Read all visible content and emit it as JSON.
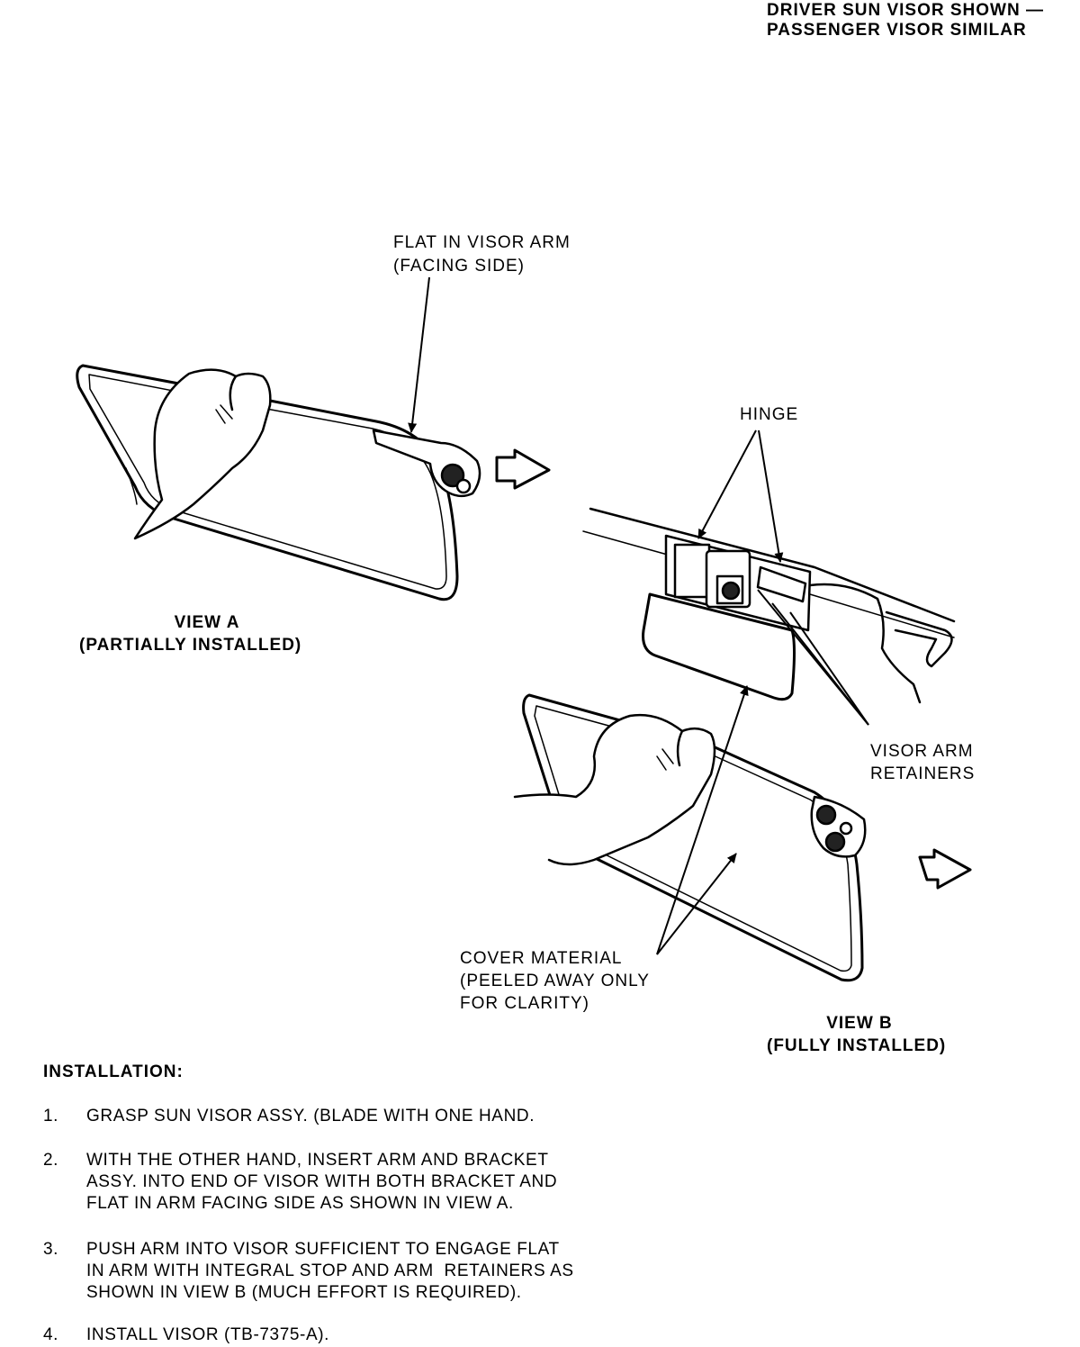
{
  "header": {
    "line1": "DRIVER SUN VISOR SHOWN —",
    "line2": "PASSENGER VISOR SIMILAR"
  },
  "labels": {
    "flat_line1": "FLAT IN VISOR ARM",
    "flat_line2": "(FACING SIDE)",
    "hinge": "HINGE",
    "view_a_line1": "VIEW A",
    "view_a_line2": "(PARTIALLY INSTALLED)",
    "retainers_line1": "VISOR ARM",
    "retainers_line2": "RETAINERS",
    "cover_line1": "COVER MATERIAL",
    "cover_line2": "(PEELED AWAY ONLY",
    "cover_line3": "FOR CLARITY)",
    "view_b_line1": "VIEW B",
    "view_b_line2": "(FULLY INSTALLED)"
  },
  "installation": {
    "heading": "INSTALLATION:",
    "steps": [
      {
        "num": "1.",
        "text": "GRASP SUN VISOR ASSY. (BLADE WITH ONE HAND."
      },
      {
        "num": "2.",
        "text": "WITH THE OTHER HAND, INSERT ARM AND BRACKET\nASSY. INTO END OF VISOR WITH BOTH BRACKET AND\nFLAT IN ARM FACING SIDE AS SHOWN IN VIEW A."
      },
      {
        "num": "3.",
        "text": "PUSH ARM INTO VISOR SUFFICIENT TO ENGAGE FLAT\nIN ARM WITH INTEGRAL STOP AND ARM  RETAINERS AS\nSHOWN IN VIEW B (MUCH EFFORT IS REQUIRED)."
      },
      {
        "num": "4.",
        "text": "INSTALL VISOR (TB-7375-A)."
      }
    ]
  }
}
